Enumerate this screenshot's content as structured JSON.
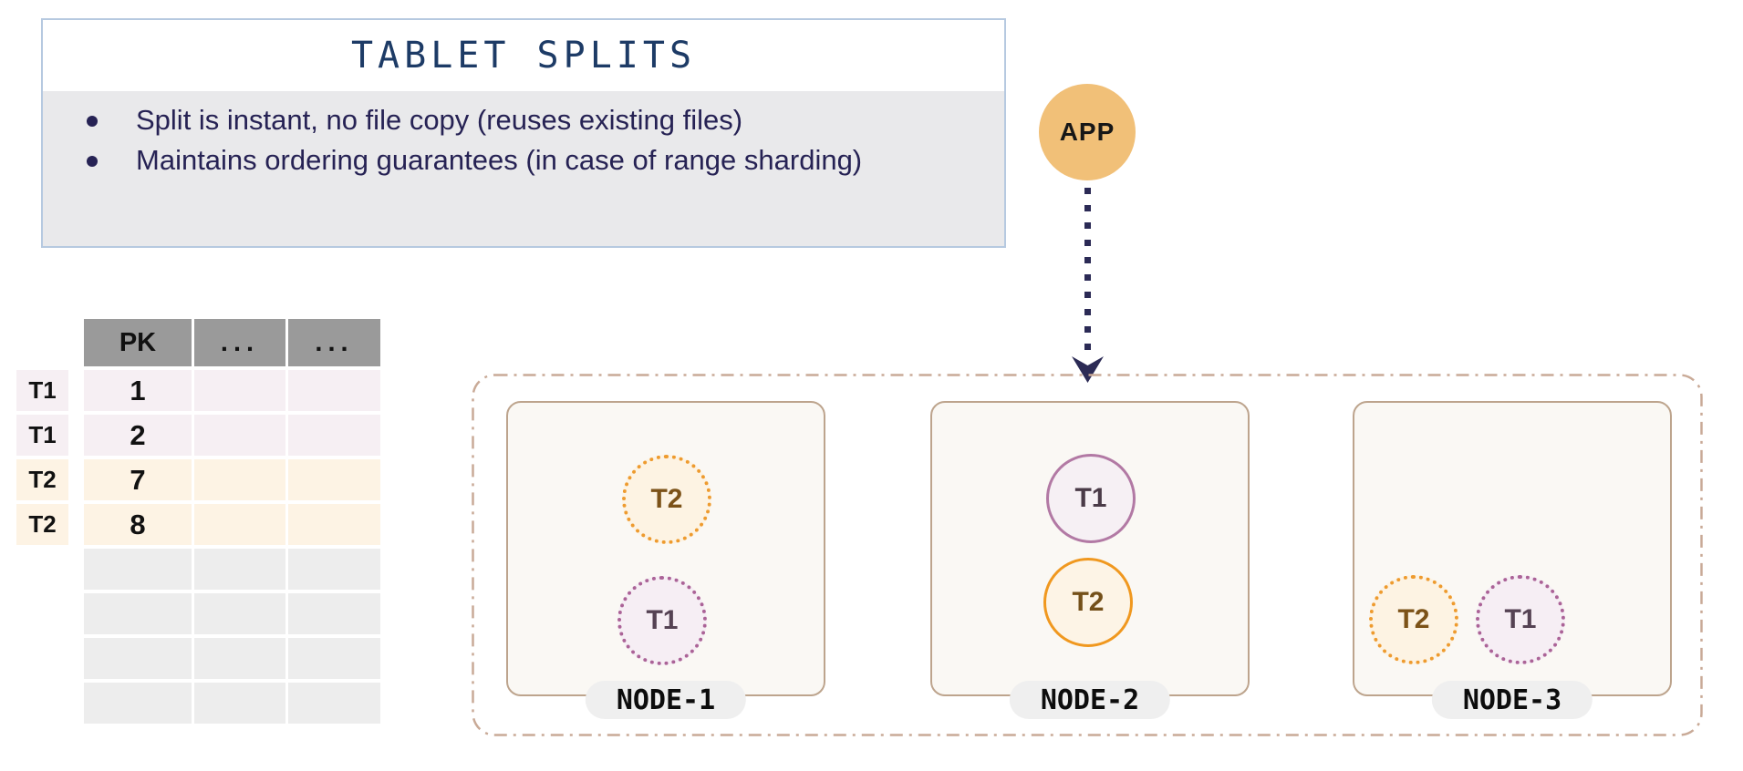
{
  "info_box": {
    "title": "TABLET SPLITS",
    "bullets": [
      "Split is instant, no file copy (reuses existing files)",
      "Maintains ordering guarantees (in case of range sharding)"
    ]
  },
  "app": {
    "label": "APP"
  },
  "arrow": {
    "from": "APP",
    "to": "NODE-2",
    "style": "dotted"
  },
  "table": {
    "headers": [
      "PK",
      "...",
      "..."
    ],
    "rows": [
      {
        "tablet": "T1",
        "pk": "1"
      },
      {
        "tablet": "T1",
        "pk": "2"
      },
      {
        "tablet": "T2",
        "pk": "7"
      },
      {
        "tablet": "T2",
        "pk": "8"
      }
    ],
    "empty_row_count": 4
  },
  "cluster": {
    "nodes": [
      {
        "name": "NODE-1",
        "tablets": [
          {
            "label": "T2",
            "variant": "orange-dotted"
          },
          {
            "label": "T1",
            "variant": "purple-dotted"
          }
        ]
      },
      {
        "name": "NODE-2",
        "tablets": [
          {
            "label": "T1",
            "variant": "purple-solid"
          },
          {
            "label": "T2",
            "variant": "orange-solid"
          }
        ]
      },
      {
        "name": "NODE-3",
        "tablets": [
          {
            "label": "T2",
            "variant": "orange-dotted"
          },
          {
            "label": "T1",
            "variant": "purple-dotted"
          }
        ]
      }
    ]
  },
  "colors": {
    "title_navy": "#1d3b66",
    "bullet_indigo": "#262254",
    "info_border_blue": "#b6c9e0",
    "info_body_gray": "#e9e9eb",
    "table_header_gray": "#9a9a9a",
    "t1_row_bg": "#f6eff3",
    "t2_row_bg": "#fdf3e4",
    "empty_row_bg": "#ededed",
    "app_fill": "#f1c078",
    "arrow_navy": "#2b2a55",
    "cluster_border_tan": "#c9aa97",
    "node_border_tan": "#bda48d",
    "orange_accent": "#f0981f",
    "purple_accent": "#b279a4"
  }
}
